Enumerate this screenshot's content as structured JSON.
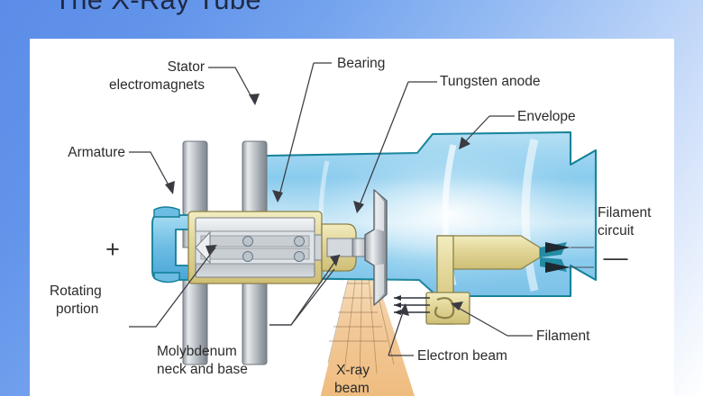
{
  "slide": {
    "title": "The X-Ray Tube",
    "background_top_color": "#5b8ce8",
    "background_bottom_color": "#ffffff",
    "card_background": "#ffffff"
  },
  "figure": {
    "name": "x-ray-tube-cross-section",
    "colors": {
      "envelope_glass": "#8ecdf0",
      "envelope_outline": "#0f7f96",
      "molybdenum": "#e8dfa6",
      "metal_gray": "#b9bdc2",
      "xray_beam": "#f0c08a",
      "label_text": "#2b2b2b",
      "leader_line": "#3a3a42"
    },
    "labels": [
      {
        "id": "stator-electromagnets",
        "text_line1": "Stator",
        "text_line2": "electromagnets"
      },
      {
        "id": "bearing",
        "text_line1": "Bearing",
        "text_line2": ""
      },
      {
        "id": "tungsten-anode",
        "text_line1": "Tungsten anode",
        "text_line2": ""
      },
      {
        "id": "envelope",
        "text_line1": "Envelope",
        "text_line2": ""
      },
      {
        "id": "armature",
        "text_line1": "Armature",
        "text_line2": ""
      },
      {
        "id": "rotating-portion",
        "text_line1": "Rotating",
        "text_line2": "portion"
      },
      {
        "id": "molybdenum-neck-and-base",
        "text_line1": "Molybdenum",
        "text_line2": "neck and base"
      },
      {
        "id": "filament-circuit",
        "text_line1": "Filament",
        "text_line2": "circuit"
      },
      {
        "id": "filament",
        "text_line1": "Filament",
        "text_line2": ""
      },
      {
        "id": "electron-beam",
        "text_line1": "Electron beam",
        "text_line2": ""
      },
      {
        "id": "xray-beam",
        "text_line1": "X-ray",
        "text_line2": "beam"
      }
    ],
    "polarity": {
      "anode_symbol": "+",
      "cathode_symbol": "—"
    }
  }
}
